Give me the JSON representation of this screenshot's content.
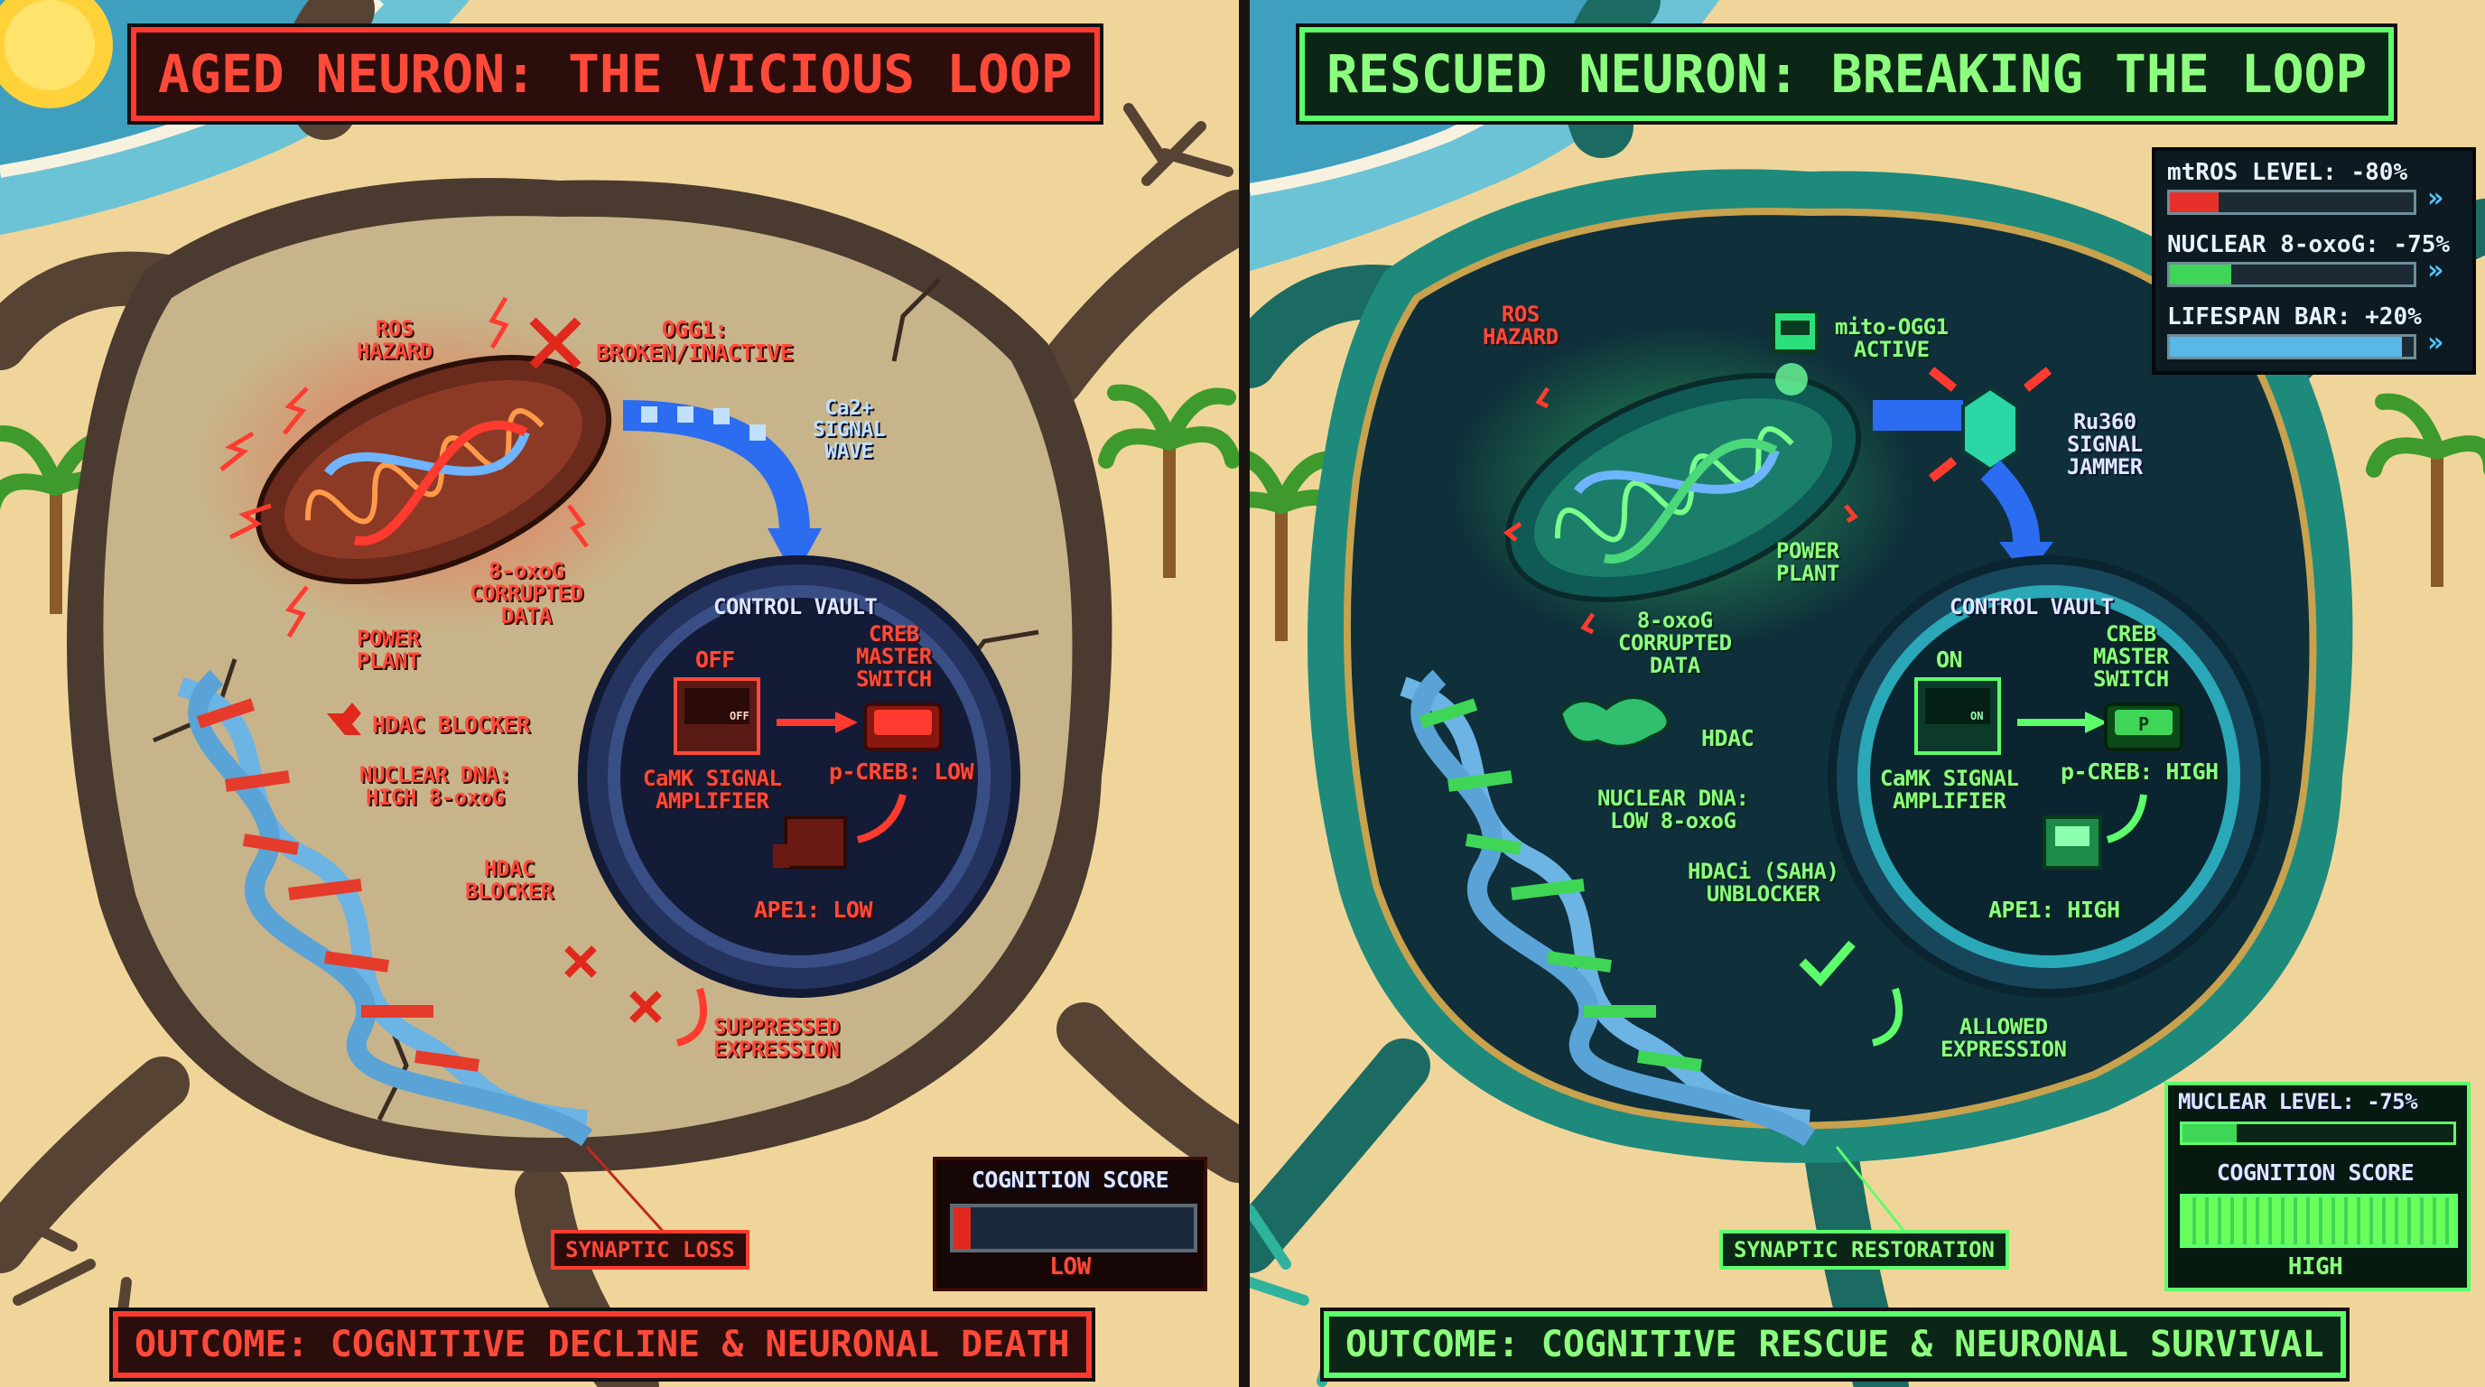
{
  "left": {
    "title": "AGED NEURON: THE VICIOUS LOOP",
    "labels": {
      "ros_hazard": "ROS\nHAZARD",
      "ogg1": "OGG1:\nBROKEN/INACTIVE",
      "ca_signal": "Ca2+\nSIGNAL\nWAVE",
      "oxog_data": "8-oxoG\nCORRUPTED\nDATA",
      "power_plant": "POWER\nPLANT",
      "control_vault": "CONTROL VAULT",
      "off": "OFF",
      "creb": "CREB\nMASTER\nSWITCH",
      "camk": "CaMK SIGNAL\nAMPLIFIER",
      "pcreb": "p-CREB: LOW",
      "ape1": "APE1: LOW",
      "hdac_blocker_key": "HDAC BLOCKER",
      "nuclear_dna": "NUCLEAR DNA:\nHIGH 8-oxoG",
      "hdac_blocker": "HDAC\nBLOCKER",
      "suppressed": "SUPPRESSED\nEXPRESSION",
      "synaptic": "SYNAPTIC LOSS",
      "device_off": "OFF"
    },
    "cognition": {
      "title": "COGNITION SCORE",
      "level": "LOW",
      "value": 0.07
    },
    "outcome": "OUTCOME: COGNITIVE DECLINE & NEURONAL DEATH"
  },
  "right": {
    "title": "RESCUED NEURON: BREAKING THE LOOP",
    "labels": {
      "ros_hazard": "ROS\nHAZARD",
      "mito_ogg1": "mito-OGG1\nACTIVE",
      "ru360": "Ru360\nSIGNAL\nJAMMER",
      "power_plant": "POWER\nPLANT",
      "oxog_data": "8-oxoG\nCORRUPTED\nDATA",
      "control_vault": "CONTROL VAULT",
      "on": "ON",
      "creb": "CREB\nMASTER\nSWITCH",
      "camk": "CaMK SIGNAL\nAMPLIFIER",
      "pcreb": "p-CREB: HIGH",
      "ape1": "APE1: HIGH",
      "hdac": "HDAC",
      "nuclear_dna": "NUCLEAR DNA:\nLOW 8-oxoG",
      "hdaci": "HDACi (SAHA)\nUNBLOCKER",
      "allowed": "ALLOWED\nEXPRESSION",
      "synaptic": "SYNAPTIC RESTORATION",
      "device_on": "ON",
      "switch_p": "P"
    },
    "stats": [
      {
        "label": "mtROS LEVEL: -80%",
        "value": 0.2,
        "color": "#e8302a"
      },
      {
        "label": "NUCLEAR 8-oxoG: -75%",
        "value": 0.25,
        "color": "#3fd657"
      },
      {
        "label": "LIFESPAN BAR: +20%",
        "value": 0.95,
        "color": "#5ab8e6"
      }
    ],
    "stat_arrow": "»",
    "nuclear_level": {
      "label": "MUCLEAR LEVEL: -75%",
      "value": 0.2
    },
    "cognition": {
      "title": "COGNITION SCORE",
      "level": "HIGH",
      "value": 1.0
    },
    "outcome": "OUTCOME: COGNITIVE RESCUE & NEURONAL SURVIVAL"
  },
  "colors": {
    "aged": "#ff3b2f",
    "rescued": "#5dff6b",
    "sand": "#f2d9a2",
    "vault": "#1d2f5c"
  }
}
